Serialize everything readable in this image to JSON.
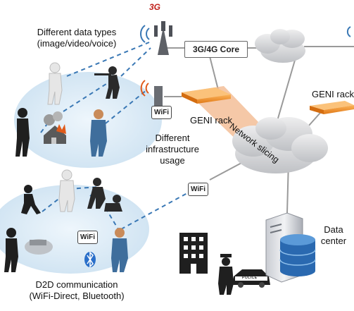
{
  "labels": {
    "data_types_line1": "Different data types",
    "data_types_line2": "(image/video/voice)",
    "core": "3G/4G Core",
    "geni_rack_left": "GENI rack",
    "geni_rack_right": "GENI rack",
    "network_slicing": "Network slicing",
    "infra_line1": "Different",
    "infra_line2": "infrastructure",
    "infra_line3": "usage",
    "data_center_line1": "Data",
    "data_center_line2": "center",
    "d2d_line1": "D2D communication",
    "d2d_line2": "(WiFi-Direct, Bluetooth)",
    "tower_logo": "3G",
    "wifi_badge_1": "WiFi",
    "wifi_badge_2": "WiFi",
    "wifi_badge_3": "WiFi",
    "police_text": "POLICE"
  },
  "colors": {
    "rack": "#f28c28",
    "slice": "#f2b68a",
    "cloud": "#d9dadd",
    "bubble": "#dcecf7",
    "link": "#3a78b5",
    "wifi_accent": "#e05a1a",
    "server_disk": "#2a69b0"
  }
}
